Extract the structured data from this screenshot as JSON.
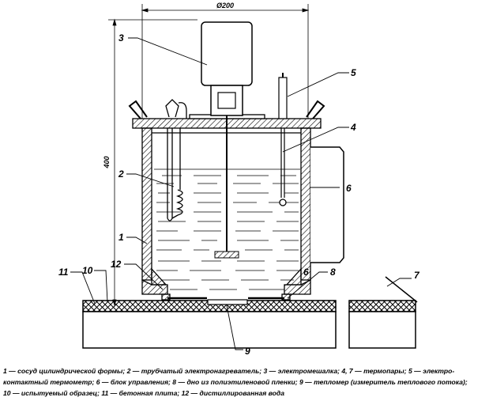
{
  "dimensions": {
    "width": "Ø200",
    "height": "400"
  },
  "callouts": {
    "n1": "1",
    "n2": "2",
    "n3": "3",
    "n4": "4",
    "n5": "5",
    "n6a": "6",
    "n6b": "6",
    "n7": "7",
    "n8": "8",
    "n9": "9",
    "n10": "10",
    "n11": "11",
    "n12": "12"
  },
  "caption": {
    "line1": "1 — сосуд цилиндрической формы; 2 — трубчатый электронагреватель; 3 — электромешалка; 4, 7 — термопары; 5 — электро-",
    "line2": "контактный термометр; 6 — блок управления; 8 — дно из полиэтиленовой пленки; 9 — тепломер (измеритель теплового потока);",
    "line3": "10 — испытуемый образец; 11 — бетонная плита; 12 — дистиллированная вода"
  },
  "colors": {
    "ink": "#000000",
    "background": "#ffffff"
  }
}
